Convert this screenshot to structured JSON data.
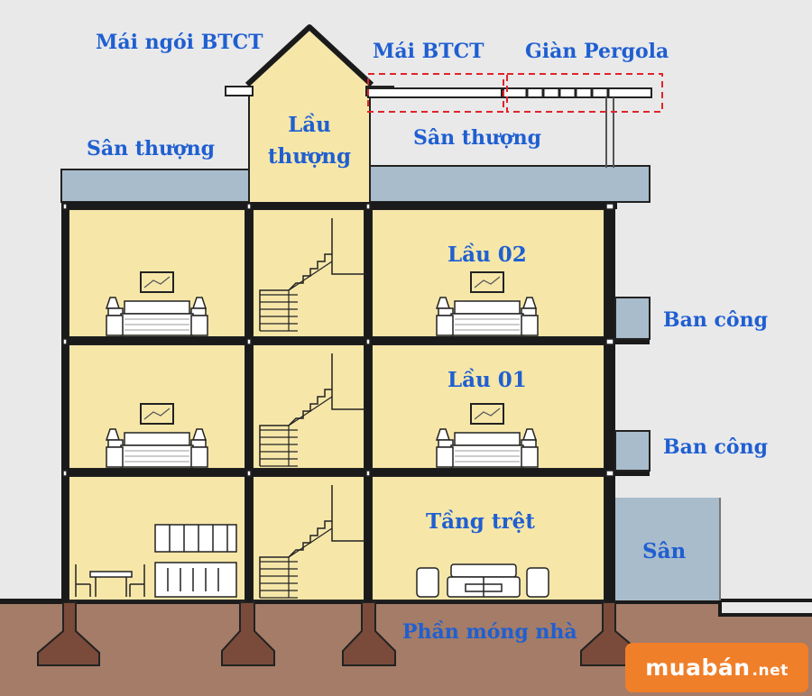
{
  "labels": {
    "tile_roof": "Mái ngói BTCT",
    "concrete_roof": "Mái BTCT",
    "pergola": "Giàn Pergola",
    "rooftop_left": "Sân thượng",
    "rooftop_right": "Sân thượng",
    "penthouse_line1": "Lầu",
    "penthouse_line2": "thượng",
    "floor2": "Lầu 02",
    "floor1": "Lầu 01",
    "ground": "Tầng trệt",
    "balcony_upper": "Ban công",
    "balcony_lower": "Ban công",
    "yard": "Sân",
    "foundation": "Phần móng nhà"
  },
  "watermark": {
    "brand": "muabán",
    "suffix": ".net"
  },
  "colors": {
    "background": "#e9e9ea",
    "room_fill": "#f6e7a9",
    "slab_fill": "#a9bccb",
    "ground_fill": "#a47c67",
    "label_text": "#1f5fd1",
    "outline": "#1a1a1a",
    "highlight_box": "#e0242a",
    "watermark_bg": "#f07f2a"
  }
}
